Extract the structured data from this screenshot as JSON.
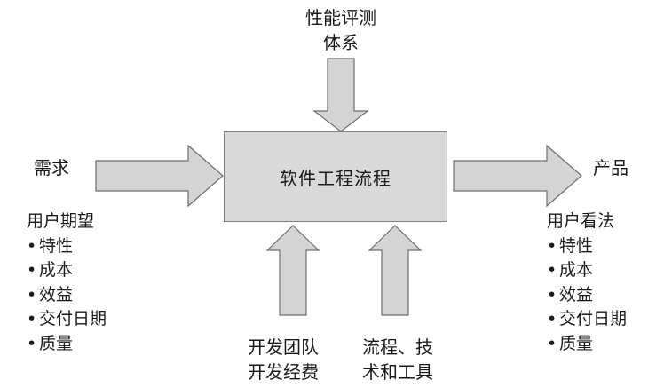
{
  "process": {
    "label": "软件工程流程"
  },
  "top_input": {
    "line1": "性能评测",
    "line2": "体系"
  },
  "left_input": {
    "label": "需求",
    "list_title": "用户期望",
    "items": [
      "特性",
      "成本",
      "效益",
      "交付日期",
      "质量"
    ]
  },
  "right_output": {
    "label": "产品",
    "list_title": "用户看法",
    "items": [
      "特性",
      "成本",
      "效益",
      "交付日期",
      "质量"
    ]
  },
  "bottom_left_input": {
    "line1": "开发团队",
    "line2": "开发经费"
  },
  "bottom_right_input": {
    "line1": "流程、技",
    "line2": "术和工具"
  },
  "bullet_symbol": "•",
  "colors": {
    "arrow_fill": "#d4d4d4",
    "arrow_stroke": "#6e6e6e",
    "box_fill": "#d9d9d9",
    "text": "#1a1a1a"
  }
}
